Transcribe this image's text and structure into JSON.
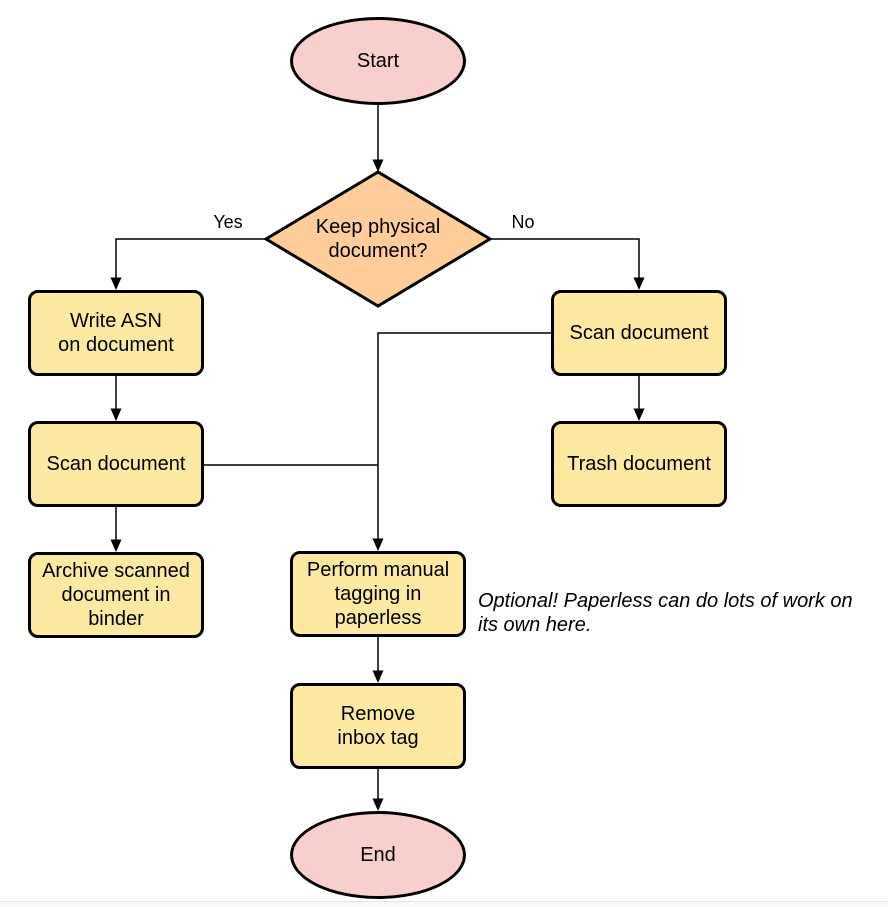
{
  "diagram": {
    "nodes": {
      "start": {
        "label": "Start",
        "type": "terminal"
      },
      "decision": {
        "label": "Keep physical\ndocument?",
        "type": "decision"
      },
      "write_asn": {
        "label": "Write ASN\non document",
        "type": "process"
      },
      "scan_left": {
        "label": "Scan document",
        "type": "process"
      },
      "archive": {
        "label": "Archive scanned\ndocument in\nbinder",
        "type": "process"
      },
      "scan_right": {
        "label": "Scan document",
        "type": "process"
      },
      "trash": {
        "label": "Trash document",
        "type": "process"
      },
      "perform_tagging": {
        "label": "Perform manual\ntagging in\npaperless",
        "type": "process"
      },
      "remove_inbox": {
        "label": "Remove\ninbox tag",
        "type": "process"
      },
      "end": {
        "label": "End",
        "type": "terminal"
      }
    },
    "edge_labels": {
      "yes": "Yes",
      "no": "No"
    },
    "annotation": "Optional! Paperless can do lots of work on\nits own here.",
    "colors": {
      "terminal_fill": "#f8cfcd",
      "decision_fill": "#ffcd99",
      "process_fill": "#fde9a2",
      "stroke": "#000000",
      "background": "#ffffff"
    }
  }
}
